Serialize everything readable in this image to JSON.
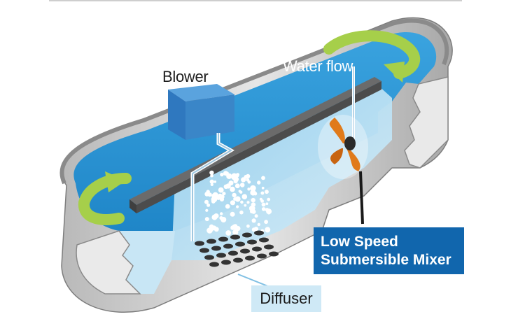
{
  "labels": {
    "blower": "Blower",
    "water_flow": "Water flow",
    "diffuser": "Diffuser",
    "mixer_line1": "Low Speed",
    "mixer_line2": "Submersible Mixer"
  },
  "colors": {
    "water": "#2a95d5",
    "water_light": "#8ccbea",
    "tank_wall": "#9b9b9b",
    "tank_wall_light": "#cfcfcf",
    "divider": "#555555",
    "blower": "#3a86c8",
    "flow_arrow": "#a6cf4a",
    "mixer_blade": "#e07a1a",
    "label_box": "#1166ad",
    "diffuser_box": "#cfe9f6"
  },
  "icons": [
    "blower-box",
    "flow-arrow",
    "mixer-propeller",
    "diffuser-grid",
    "air-bubbles"
  ]
}
